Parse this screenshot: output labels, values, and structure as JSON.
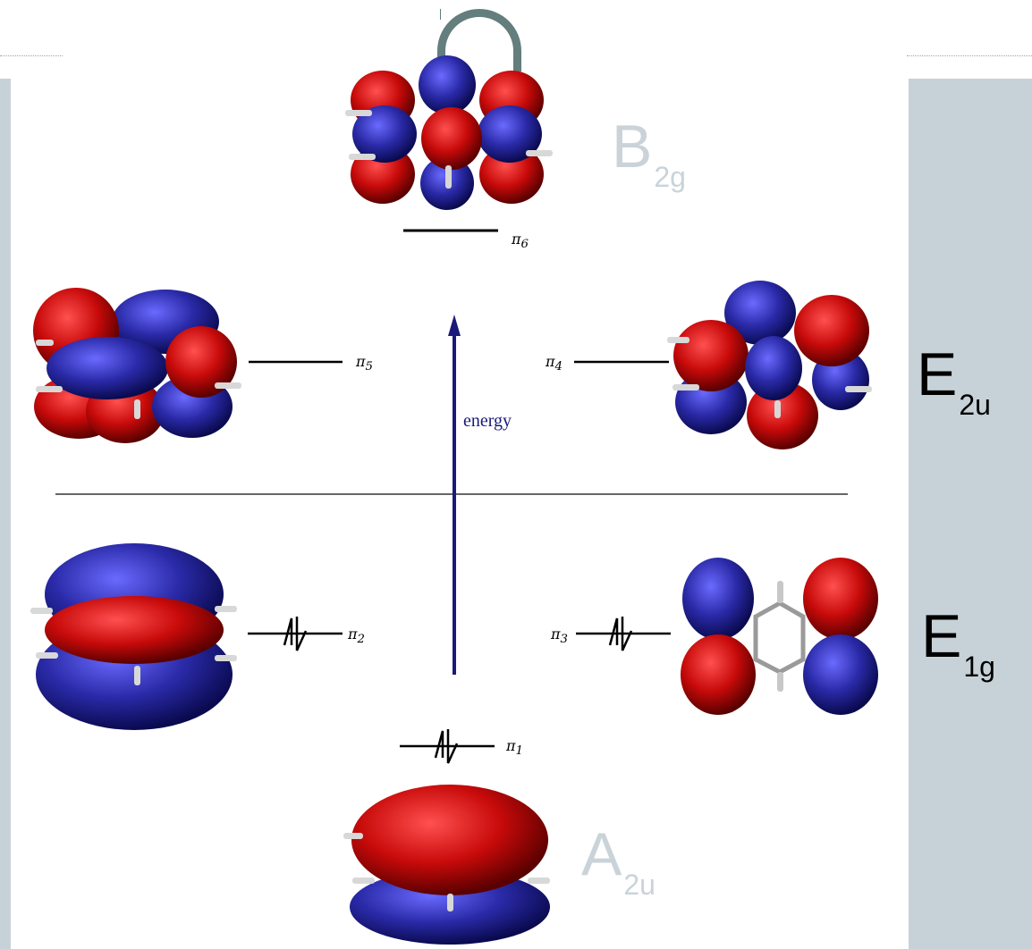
{
  "diagram": {
    "energy_label": "energy",
    "orbital_labels": {
      "pi1": "π",
      "pi1_sub": "1",
      "pi2": "π",
      "pi2_sub": "2",
      "pi3": "π",
      "pi3_sub": "3",
      "pi4": "π",
      "pi4_sub": "4",
      "pi5": "π",
      "pi5_sub": "5",
      "pi6": "π",
      "pi6_sub": "6"
    },
    "symmetry": {
      "b2g": {
        "main": "B",
        "sub": "2g"
      },
      "e2u": {
        "main": "E",
        "sub": "2u"
      },
      "e1g": {
        "main": "E",
        "sub": "1g"
      },
      "a2u": {
        "main": "A",
        "sub": "2u"
      }
    },
    "colors": {
      "lobe_red": "#c80a0a",
      "lobe_blue": "#2a2aa8",
      "arrow": "#1a1a7a",
      "sidebar": "#c7d2d8",
      "faint_label": "#c9d3d9"
    }
  }
}
